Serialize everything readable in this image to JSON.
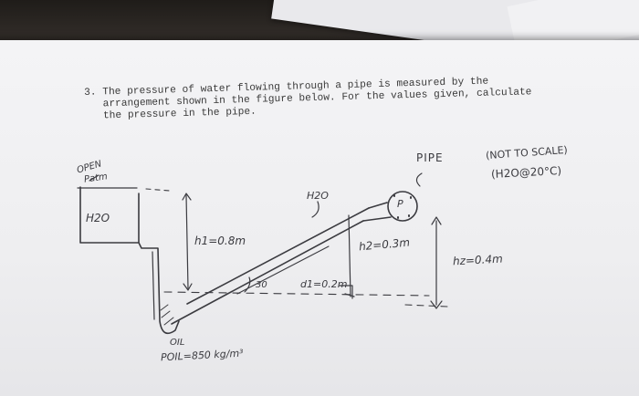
{
  "problem": {
    "number": "3.",
    "line1": "The pressure of water flowing through a pipe is measured by the",
    "line2": "arrangement shown in the figure below. For the values given, calculate",
    "line3": "the pressure in the pipe."
  },
  "figure": {
    "open_label": "OPEN",
    "patm_label": "Patm",
    "tank_fluid": "H2O",
    "h1_label": "h1=0.8m",
    "pipe_fluid": "H2O",
    "pipe_label": "PIPE",
    "note": "(NOT TO SCALE)",
    "conditions": "(H2O@20°C)",
    "pipe_pressure": "P",
    "h2_label": "h2=0.3m",
    "hz_label": "hz=0.4m",
    "angle_label": "30",
    "d1_label": "d1=0.2m",
    "oil_label": "OIL",
    "oil_density": "POIL=850 kg/m³"
  }
}
